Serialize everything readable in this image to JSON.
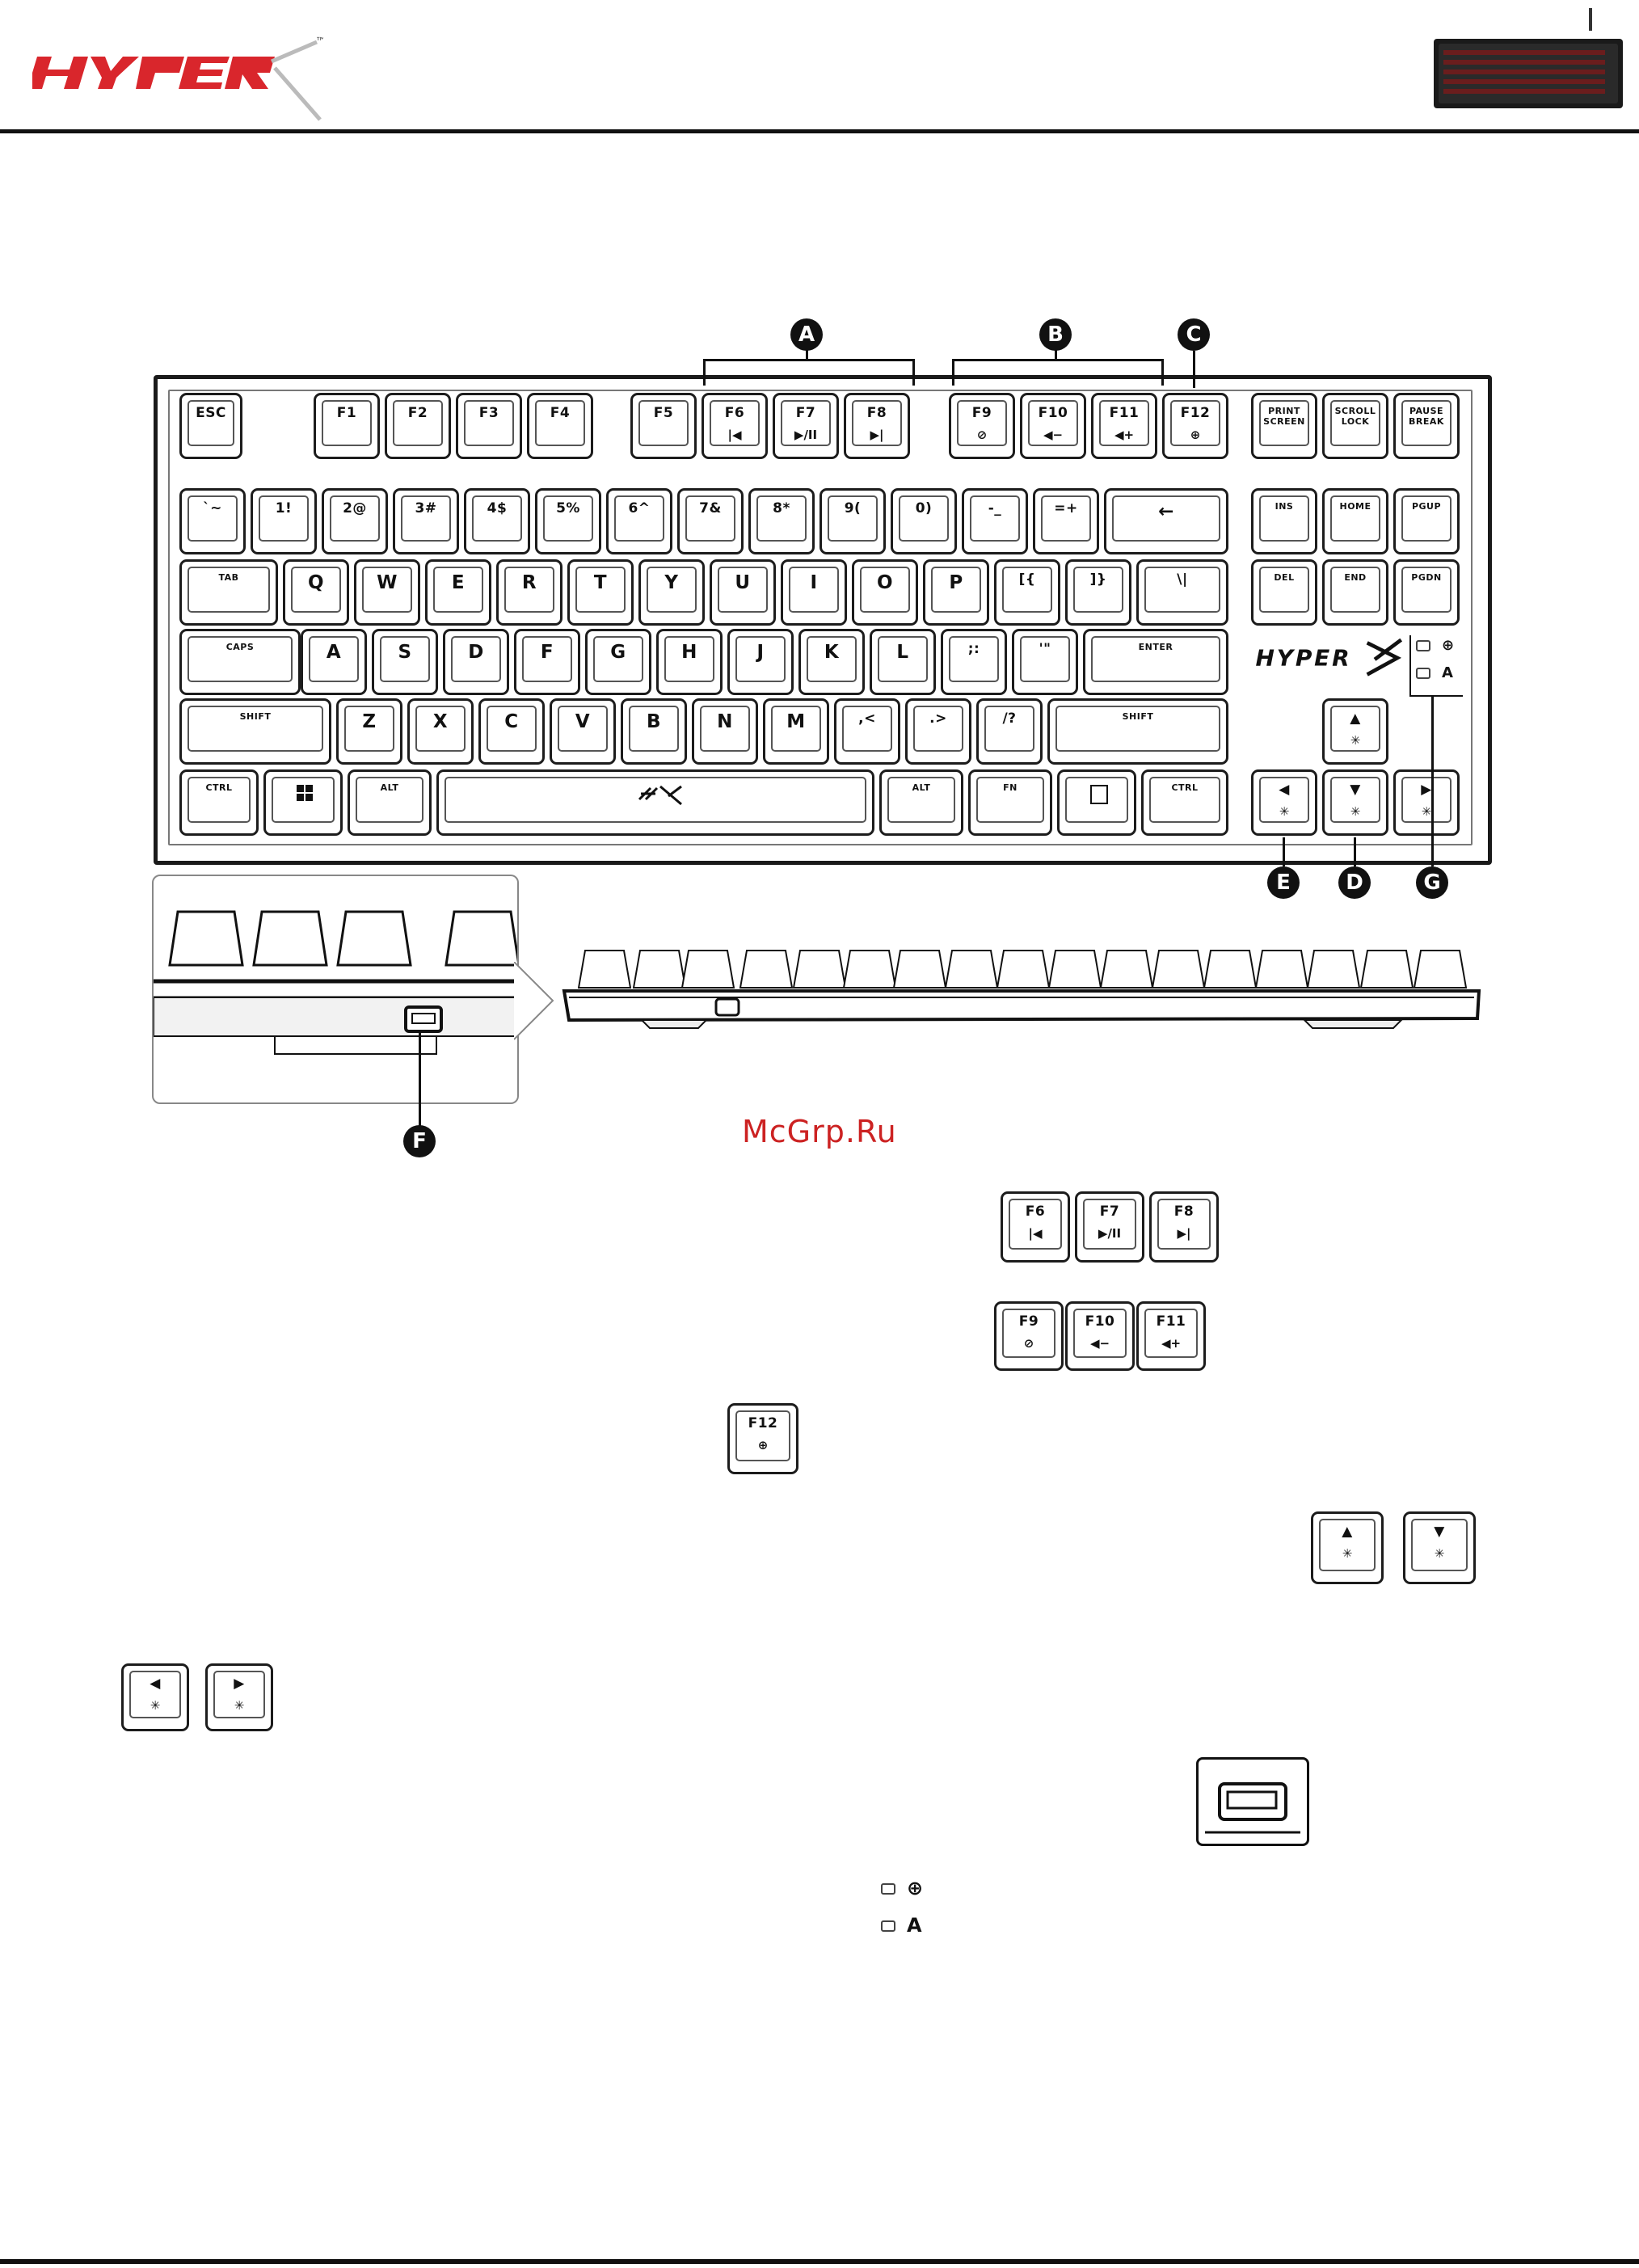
{
  "header": {
    "brand": "HYPERX",
    "trademark": "™"
  },
  "callouts": [
    "A",
    "B",
    "C",
    "D",
    "E",
    "F",
    "G"
  ],
  "watermark": "McGrp.Ru",
  "fn_row": [
    {
      "id": "esc",
      "label": "ESC"
    },
    {
      "id": "f1",
      "label": "F1"
    },
    {
      "id": "f2",
      "label": "F2"
    },
    {
      "id": "f3",
      "label": "F3"
    },
    {
      "id": "f4",
      "label": "F4"
    },
    {
      "id": "f5",
      "label": "F5"
    },
    {
      "id": "f6",
      "label": "F6",
      "sub": "|◀"
    },
    {
      "id": "f7",
      "label": "F7",
      "sub": "▶/II"
    },
    {
      "id": "f8",
      "label": "F8",
      "sub": "▶|"
    },
    {
      "id": "f9",
      "label": "F9",
      "sub": "⊘"
    },
    {
      "id": "f10",
      "label": "F10",
      "sub": "◀−"
    },
    {
      "id": "f11",
      "label": "F11",
      "sub": "◀+"
    },
    {
      "id": "f12",
      "label": "F12",
      "sub": "⊕"
    },
    {
      "id": "prtsc",
      "label": "PRINT SCREEN"
    },
    {
      "id": "scrlk",
      "label": "SCROLL LOCK"
    },
    {
      "id": "pause",
      "label": "PAUSE BREAK"
    }
  ],
  "row_num": [
    "`~",
    "1!",
    "2@",
    "3#",
    "4$",
    "5%",
    "6^",
    "7&",
    "8*",
    "9(",
    "0)",
    "-_",
    "=+",
    "←"
  ],
  "row_q": [
    "TAB",
    "Q",
    "W",
    "E",
    "R",
    "T",
    "Y",
    "U",
    "I",
    "O",
    "P",
    "[{",
    "]}",
    "\\|"
  ],
  "row_a": [
    "CAPS",
    "A",
    "S",
    "D",
    "F",
    "G",
    "H",
    "J",
    "K",
    "L",
    ";:",
    "'\"",
    "ENTER"
  ],
  "row_z": [
    "SHIFT",
    "Z",
    "X",
    "C",
    "V",
    "B",
    "N",
    "M",
    ",<",
    ".>",
    "/?",
    "SHIFT"
  ],
  "row_bottom": [
    "CTRL",
    "",
    "ALT",
    "",
    "ALT",
    "FN",
    "",
    "CTRL"
  ],
  "nav_cluster": [
    "INS",
    "HOME",
    "PGUP",
    "DEL",
    "END",
    "PGDN"
  ],
  "arrows": {
    "up": "▲",
    "left": "◀",
    "down": "▼",
    "right": "▶"
  },
  "indicators": {
    "lock_symbol": "⊕",
    "caps_symbol": "A"
  },
  "detail_keys": {
    "media": [
      {
        "label": "F6",
        "sub": "|◀"
      },
      {
        "label": "F7",
        "sub": "▶/II"
      },
      {
        "label": "F8",
        "sub": "▶|"
      }
    ],
    "volume": [
      {
        "label": "F9",
        "sub": "⊘"
      },
      {
        "label": "F10",
        "sub": "◀−"
      },
      {
        "label": "F11",
        "sub": "◀+"
      }
    ],
    "game_mode": [
      {
        "label": "F12",
        "sub": "⊕"
      }
    ],
    "brightness": [
      {
        "label": "▲",
        "sub": "✳"
      },
      {
        "label": "▼",
        "sub": "✳"
      }
    ],
    "effects": [
      {
        "label": "◀",
        "sub": "✳"
      },
      {
        "label": "▶",
        "sub": "✳"
      }
    ]
  }
}
